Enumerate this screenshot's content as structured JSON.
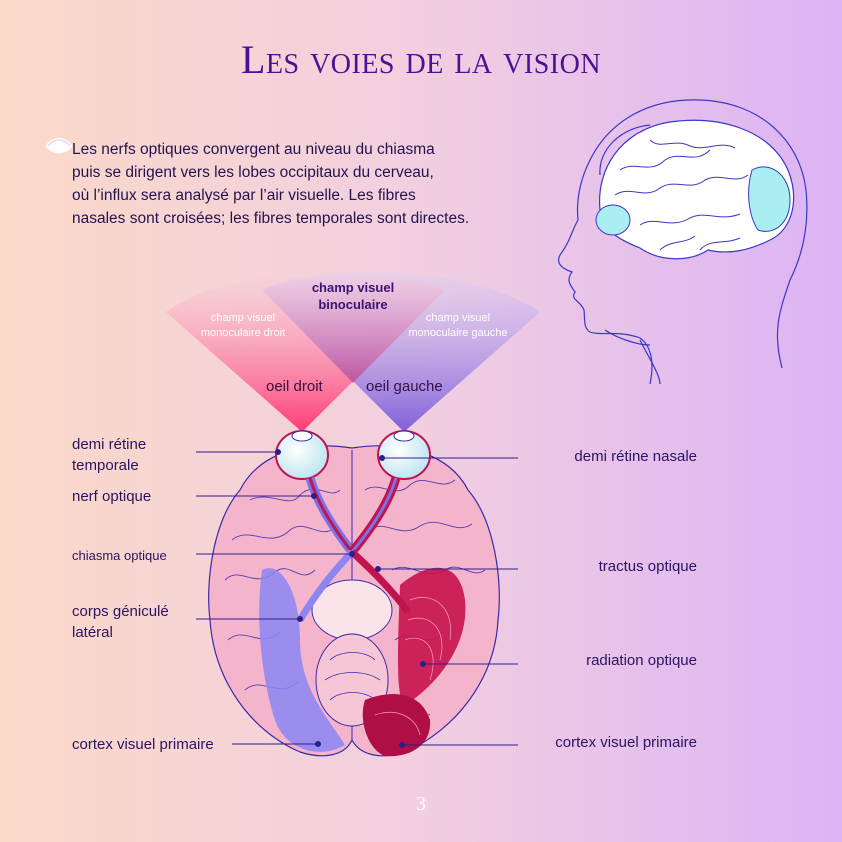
{
  "title": "Les voies de la vision",
  "intro": {
    "lines": [
      "Les nerfs optiques convergent au niveau du chiasma",
      "puis se dirigent vers les lobes occipitaux du cerveau,",
      "où l’influx sera analysé par l’air visuelle. Les fibres",
      "nasales sont croisées; les fibres temporales sont directes."
    ]
  },
  "visual_fields": {
    "binocular": [
      "champ visuel",
      "binoculaire"
    ],
    "monocular_right": [
      "champ visuel",
      "monoculaire droit"
    ],
    "monocular_left": [
      "champ visuel",
      "monoculaire gauche"
    ],
    "right_eye": "oeil droit",
    "left_eye": "oeil gauche"
  },
  "labels_left": {
    "temporal_hemiretina": [
      "demi rétine",
      "temporale"
    ],
    "optic_nerve": "nerf optique",
    "optic_chiasm": "chiasma optique",
    "lateral_geniculate": [
      "corps géniculé",
      "latéral"
    ],
    "primary_visual_cortex": "cortex visuel primaire"
  },
  "labels_right": {
    "nasal_hemiretina": "demi rétine nasale",
    "optic_tract": "tractus optique",
    "optic_radiation": "radiation optique",
    "primary_visual_cortex": "cortex visuel primaire"
  },
  "page_number": "3",
  "colors": {
    "title": "#4a1196",
    "right_pathway": "#c0144f",
    "left_pathway": "#7a72e8",
    "brain_pink": "#f3b6cf",
    "eyeball": "#d9f1f8",
    "outline": "#3d2bb4"
  }
}
